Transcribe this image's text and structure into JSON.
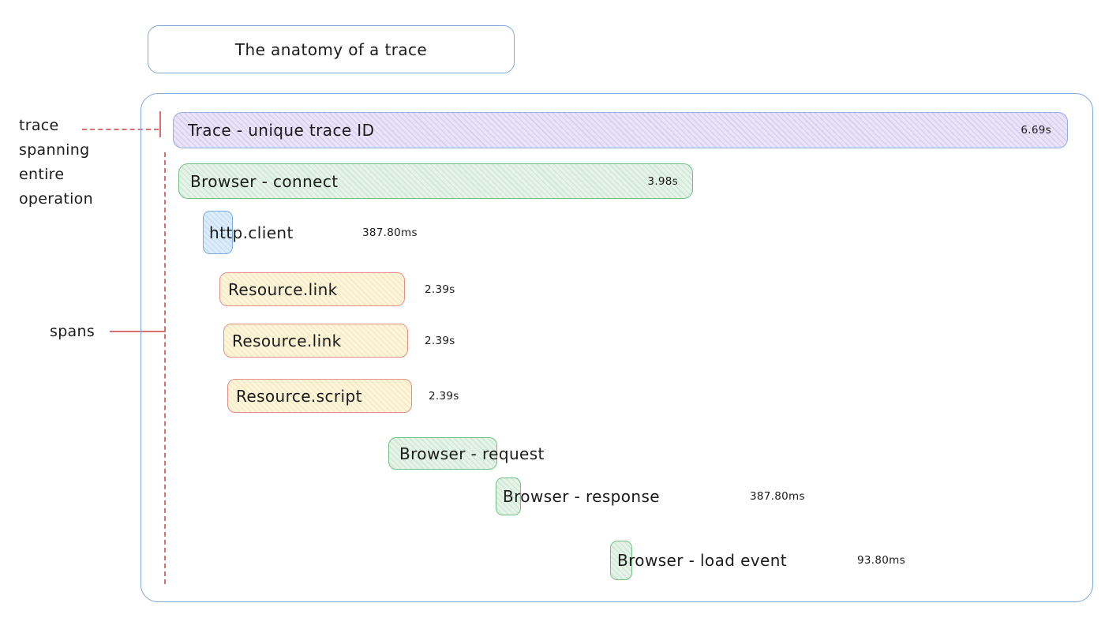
{
  "title": "The anatomy of a trace",
  "annotations": {
    "trace_pointer": "trace\nspanning\nentire\noperation",
    "spans_pointer": "spans"
  },
  "trace": {
    "label": "Trace - unique trace ID",
    "duration": "6.69s"
  },
  "spans": [
    {
      "label": "Browser - connect",
      "duration": "3.98s",
      "color": "green"
    },
    {
      "label": "http.client",
      "duration": "387.80ms",
      "color": "blue"
    },
    {
      "label": "Resource.link",
      "duration": "2.39s",
      "color": "yellow"
    },
    {
      "label": "Resource.link",
      "duration": "2.39s",
      "color": "yellow"
    },
    {
      "label": "Resource.script",
      "duration": "2.39s",
      "color": "yellow"
    },
    {
      "label": "Browser - request",
      "duration": "",
      "color": "green"
    },
    {
      "label": "Browser - response",
      "duration": "387.80ms",
      "color": "green"
    },
    {
      "label": "Browser - load event",
      "duration": "93.80ms",
      "color": "green"
    }
  ],
  "colors": {
    "container_border": "#7fa8dc",
    "annotation_red": "#d96f6f",
    "trace_fill": "#eae4f8",
    "trace_border": "#93afe2",
    "green_fill": "#e6f3e8",
    "green_border": "#74bf80",
    "blue_fill": "#ddecfa",
    "blue_border": "#7aabdf",
    "yellow_fill": "#fdf5da",
    "yellow_border": "#e58e84",
    "text": "#1b1b1b"
  }
}
